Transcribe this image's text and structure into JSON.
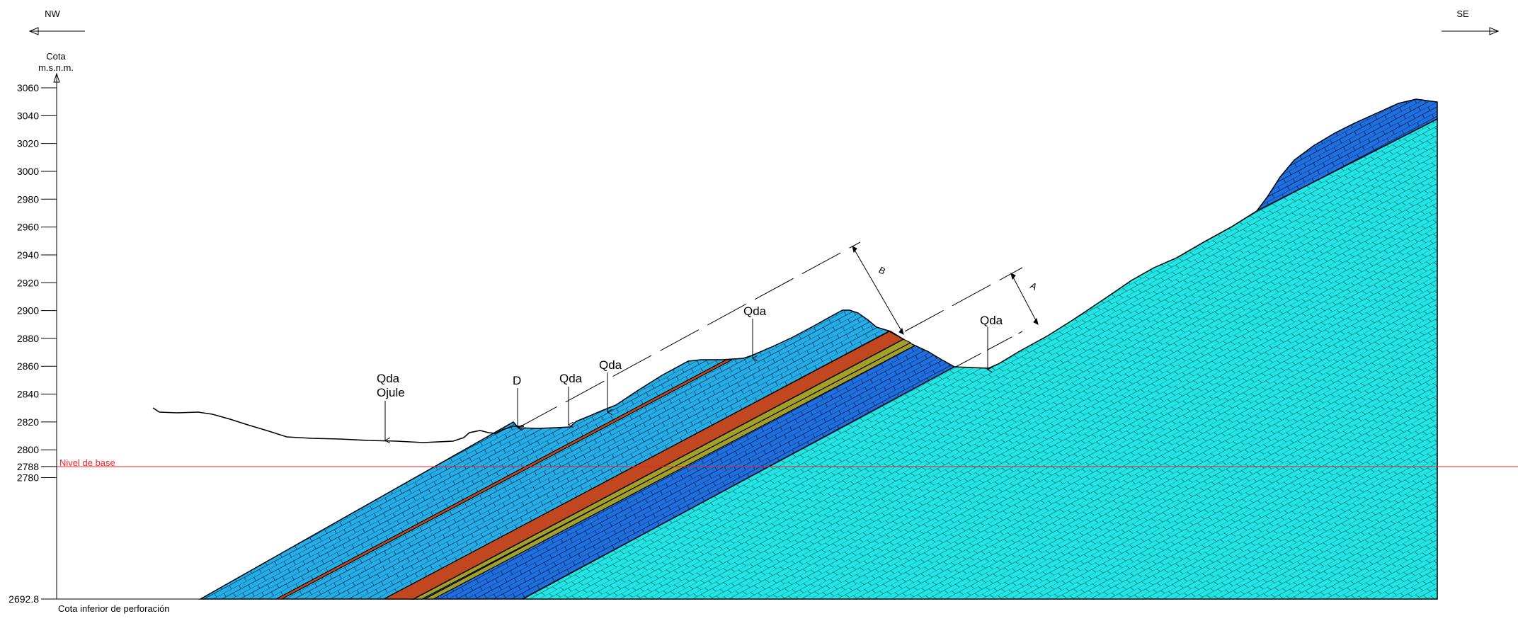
{
  "directions": {
    "left": "NW",
    "right": "SE"
  },
  "axis": {
    "title_line1": "Cota",
    "title_line2": "m.s.n.m.",
    "ticks": [
      "3060",
      "3040",
      "3020",
      "3000",
      "2980",
      "2960",
      "2940",
      "2920",
      "2900",
      "2880",
      "2860",
      "2840",
      "2820",
      "2800",
      "2788",
      "2780",
      "2692.8"
    ]
  },
  "base_level": {
    "label": "Nivel de base",
    "color": "#e8242a"
  },
  "bottom_label": "Cota inferior de perforación",
  "labels": {
    "qda_ojule_1": "Qda",
    "qda_ojule_2": "Ojule",
    "d": "D",
    "qda_1": "Qda",
    "qda_2": "Qda",
    "qda_3": "Qda",
    "qda_4": "Qda",
    "b": "B",
    "a": "A"
  },
  "colors": {
    "limestone_light": "#25aee6",
    "limestone_dark": "#1f6fe0",
    "cyan_massive": "#22e5e5",
    "red_bed": "#c0471f",
    "olive_bed": "#a3a02a",
    "line": "#000000"
  }
}
